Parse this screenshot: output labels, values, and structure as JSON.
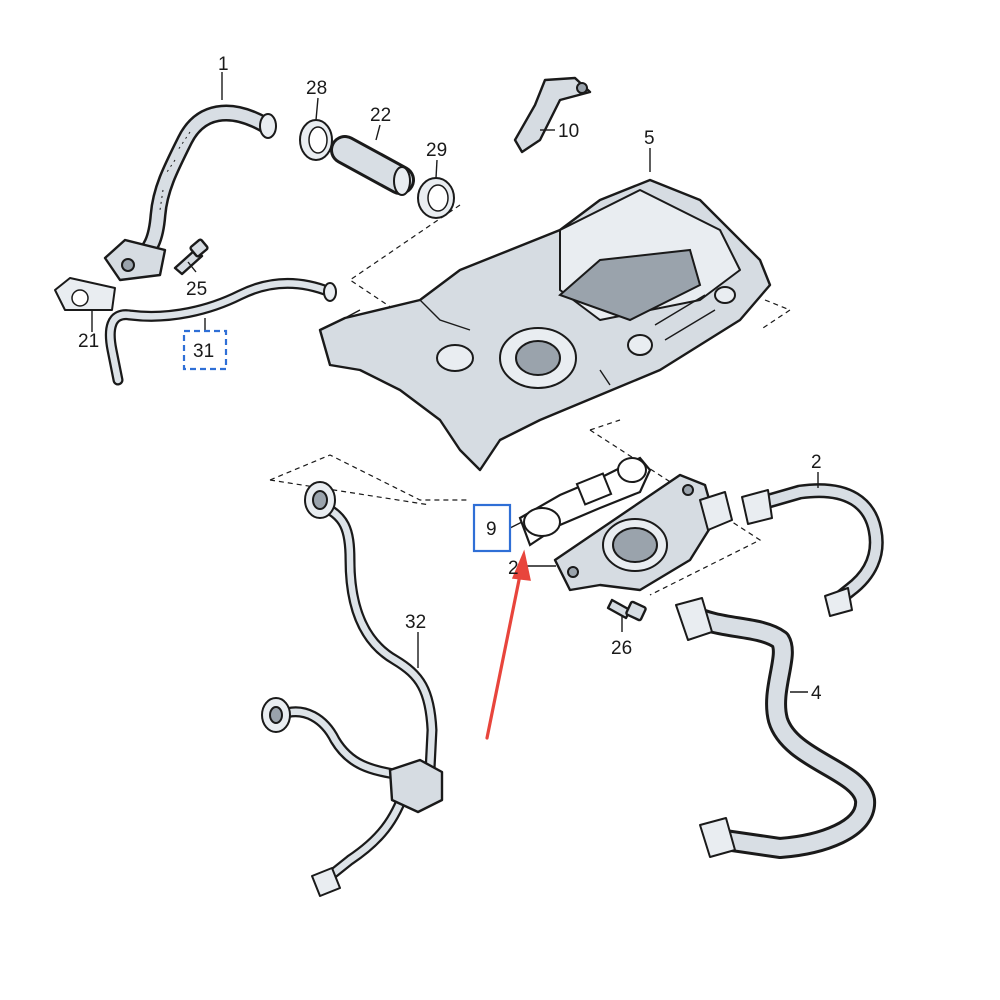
{
  "labels": {
    "p1": "1",
    "p2a": "2",
    "p2b": "2",
    "p4": "4",
    "p5": "5",
    "p9": "9",
    "p10": "10",
    "p21": "21",
    "p22": "22",
    "p25": "25",
    "p26": "26",
    "p28": "28",
    "p29": "29",
    "p31": "31",
    "p32": "32"
  },
  "colors": {
    "highlight_box": "#2f6fd6",
    "pointer_arrow": "#e8453c",
    "part_fill": "#d6dce2",
    "line": "#1a1a1a"
  }
}
